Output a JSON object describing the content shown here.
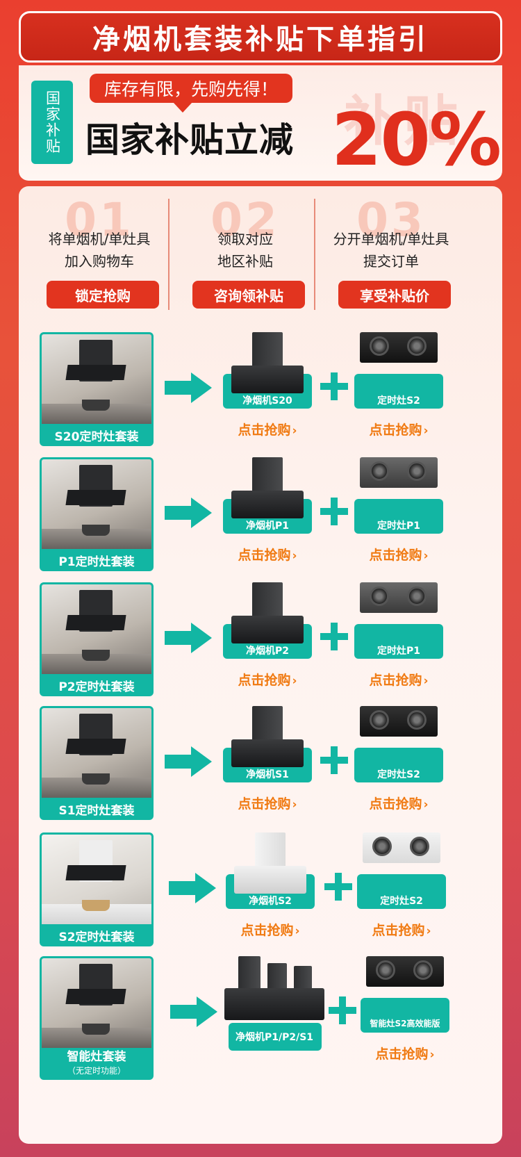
{
  "title": "净烟机套装补贴下单指引",
  "subsidy": {
    "badge": "国家补贴",
    "tag": "库存有限，先购先得！",
    "claim": "国家补贴立减",
    "ghost_text": "补贴",
    "percent": "20%"
  },
  "steps": [
    {
      "num": "01",
      "line1": "将单烟机/单灶具",
      "line2": "加入购物车",
      "button": "锁定抢购"
    },
    {
      "num": "02",
      "line1": "领取对应",
      "line2": "地区补贴",
      "button": "咨询领补贴"
    },
    {
      "num": "03",
      "line1": "分开单烟机/单灶具",
      "line2": "提交订单",
      "button": "享受补贴价"
    }
  ],
  "buy_label": "点击抢购",
  "buy_chevron": "›",
  "kits": [
    {
      "label": "S20定时灶套装",
      "hood": "净烟机S20",
      "stove": "定时灶S2"
    },
    {
      "label": "P1定时灶套装",
      "hood": "净烟机P1",
      "stove": "定时灶P1"
    },
    {
      "label": "P2定时灶套装",
      "hood": "净烟机P2",
      "stove": "定时灶P1"
    },
    {
      "label": "S1定时灶套装",
      "hood": "净烟机S1",
      "stove": "定时灶S2"
    },
    {
      "label": "S2定时灶套装",
      "hood": "净烟机S2",
      "stove": "定时灶S2"
    },
    {
      "label": "智能灶套装",
      "sublabel": "（无定时功能）",
      "hood": "净烟机P1/P2/S1",
      "stove": "智能灶S2高效能版"
    }
  ]
}
